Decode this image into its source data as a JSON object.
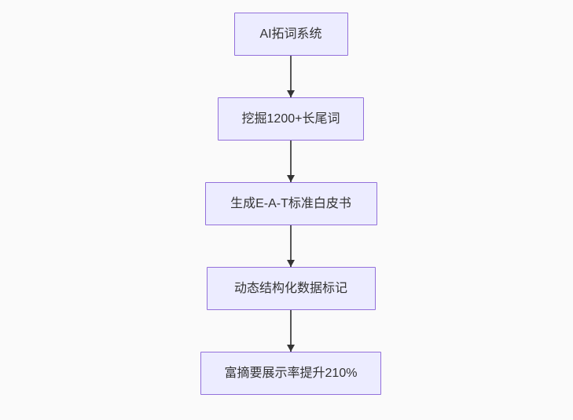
{
  "diagram": {
    "type": "flowchart",
    "direction": "top-down",
    "nodes": [
      {
        "id": "A",
        "label": "AI拓词系统"
      },
      {
        "id": "B",
        "label": "挖掘1200+长尾词"
      },
      {
        "id": "C",
        "label": "生成E-A-T标准白皮书"
      },
      {
        "id": "D",
        "label": "动态结构化数据标记"
      },
      {
        "id": "E",
        "label": "富摘要展示率提升210%"
      }
    ],
    "edges": [
      {
        "from": "A",
        "to": "B",
        "style": "arrow-down"
      },
      {
        "from": "B",
        "to": "C",
        "style": "arrow-down"
      },
      {
        "from": "C",
        "to": "D",
        "style": "arrow-down"
      },
      {
        "from": "D",
        "to": "E",
        "style": "arrow-down"
      }
    ],
    "colors": {
      "node_fill": "#ECECFF",
      "node_border": "#9370DB",
      "node_text": "#333333",
      "edge_line": "#555555",
      "arrowhead": "#333333",
      "background": "#fafafa"
    }
  }
}
